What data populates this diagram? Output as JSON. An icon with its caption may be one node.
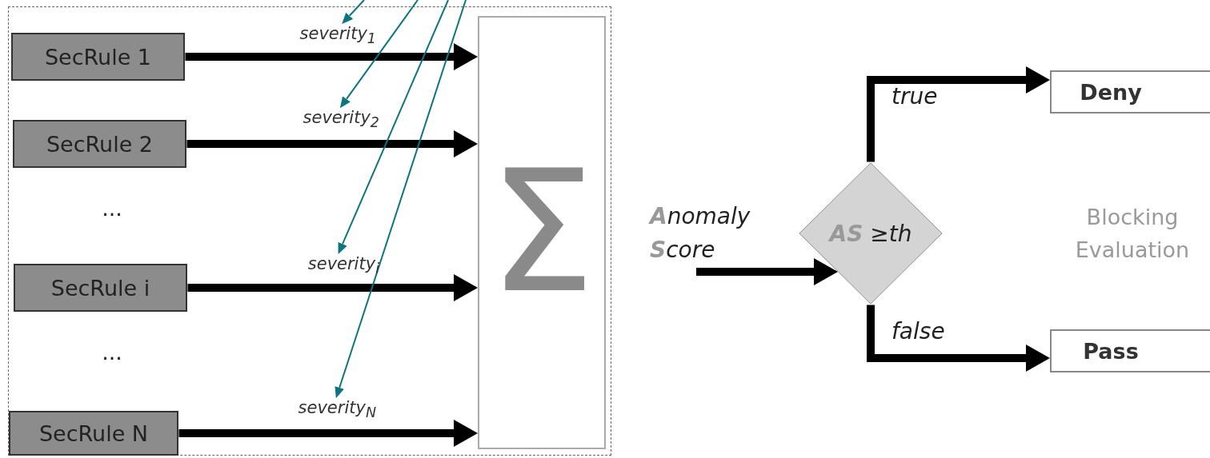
{
  "diagram": {
    "nodes": [
      {
        "text": [],
        "shape": "box"
      },
      {
        "text": [
          "SecRule 1"
        ],
        "in": 0
      },
      {
        "text": [
          "SecRule 2"
        ],
        "in": 0
      },
      {
        "text": [
          "SecRule i"
        ],
        "in": 0
      },
      {
        "text": [
          "SecRule N"
        ],
        "in": 0
      },
      {
        "text": [
          "Σ"
        ],
        "in": 0
      },
      {
        "text": [
          "severity$_{1}$"
        ],
        "in": 0
      },
      {
        "text": [
          "severity$_{2}$"
        ],
        "in": 0
      },
      {
        "text": [
          "severity$_{i}$"
        ],
        "in": 0
      },
      {
        "text": [
          "severity$_{N}$"
        ],
        "in": 0
      },
      {
        "text": [
          "**AS** ≥th"
        ]
      },
      {
        "text": [
          "Deny"
        ]
      },
      {
        "text": [
          "Pass"
        ]
      }
    ],
    "edges": [
      {
        "from": 1,
        "to": 5,
        "arrow": "to"
      },
      {
        "from": 2,
        "to": 5,
        "arrow": "to"
      },
      {
        "from": 3,
        "to": 5,
        "arrow": "to"
      },
      {
        "from": 4,
        "to": 5,
        "arrow": "to"
      },
      {
        "from": null,
        "to": 6,
        "arrow": "to",
        "color": "#0e7480"
      },
      {
        "from": null,
        "to": 7,
        "arrow": "to",
        "color": "#0e7480"
      },
      {
        "from": null,
        "to": 8,
        "arrow": "to",
        "color": "#0e7480"
      },
      {
        "from": null,
        "to": 9,
        "arrow": "to",
        "color": "#0e7480"
      },
      {
        "from": null,
        "to": 10,
        "arrow": "to"
      },
      {
        "from": 10,
        "to": 11,
        "arrow": "to",
        "label": "true"
      },
      {
        "from": 10,
        "to": 12,
        "arrow": "to",
        "label": "false"
      }
    ],
    "labels": [
      "...",
      "...",
      "**A**nomaly **S**core",
      "Blocking Evaluation"
    ]
  }
}
